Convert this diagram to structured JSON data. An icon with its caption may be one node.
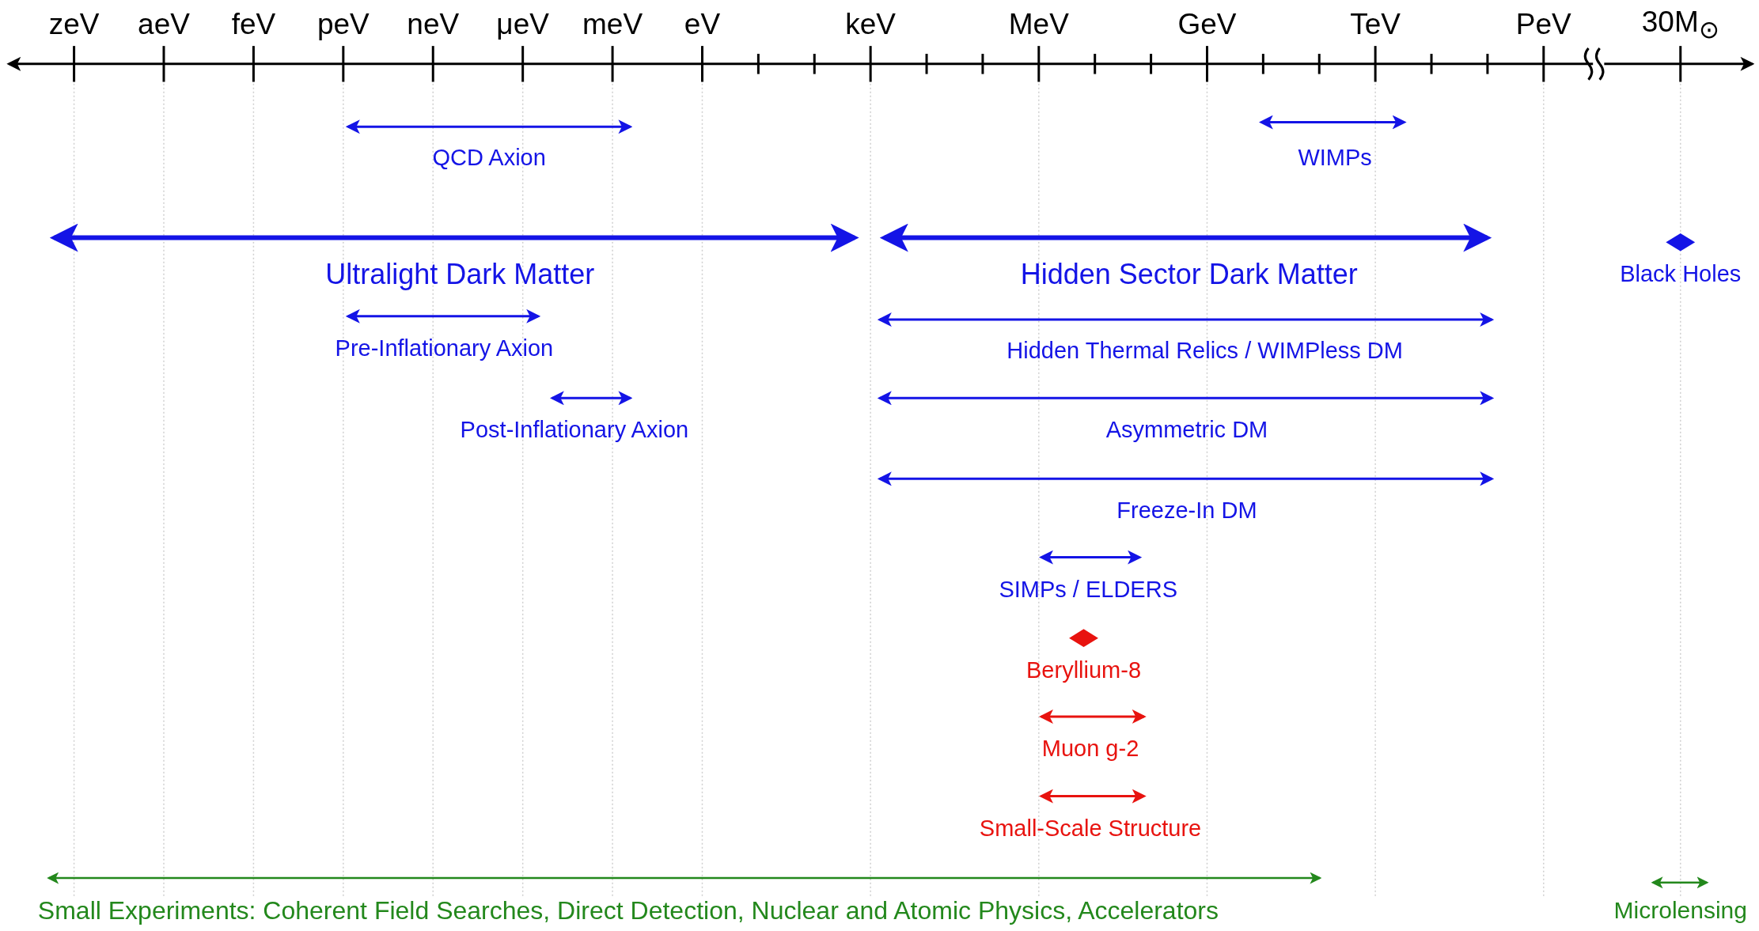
{
  "diagram": {
    "labels": [
      "zeV",
      "aeV",
      "feV",
      "peV",
      "neV",
      "μeV",
      "meV",
      "eV",
      "keV",
      "MeV",
      "GeV",
      "TeV",
      "PeV",
      "30M$_{⊙}$",
      "QCD Axion",
      "WIMPs",
      "Ultralight Dark Matter",
      "Hidden Sector Dark Matter",
      "Black Holes",
      "Pre-Inflationary Axion",
      "Hidden Thermal Relics / WIMPless DM",
      "Post-Inflationary Axion",
      "Asymmetric DM",
      "Freeze-In DM",
      "SIMPs / ELDERS",
      "Beryllium-8",
      "Muon g-2",
      "Small-Scale Structure",
      "Small Experiments: Coherent Field Searches, Direct Detection, Nuclear and Atomic Physics, Accelerators",
      "Microlensing"
    ]
  }
}
